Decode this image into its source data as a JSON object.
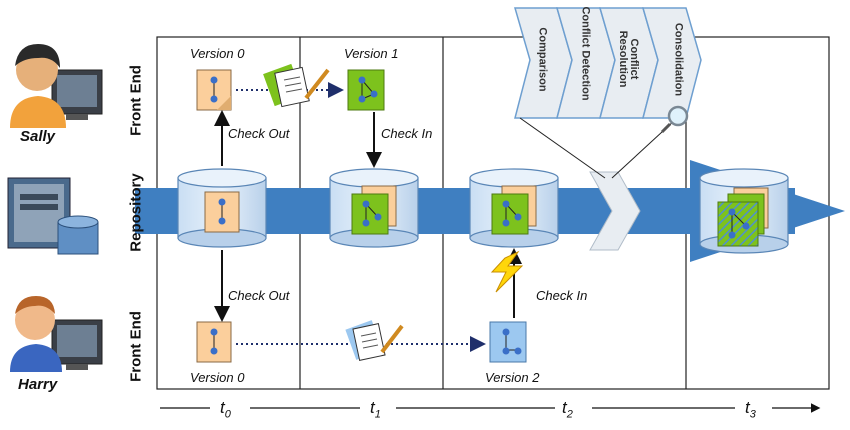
{
  "actors": {
    "sally": "Sally",
    "harry": "Harry"
  },
  "rows": {
    "front_end_top": "Front End",
    "repository": "Repository",
    "front_end_bottom": "Front End"
  },
  "versions": {
    "sally_v0": "Version 0",
    "sally_v1": "Version 1",
    "harry_v0": "Version 0",
    "harry_v2": "Version 2"
  },
  "actions": {
    "sally_checkout": "Check Out",
    "sally_checkin": "Check In",
    "harry_checkout": "Check Out",
    "harry_checkin": "Check In"
  },
  "merge_steps": [
    "Comparison",
    "Conflict Detection",
    "Conflict Resolution",
    "Consolidation"
  ],
  "timeline": {
    "t0": {
      "base": "t",
      "sub": "0"
    },
    "t1": {
      "base": "t",
      "sub": "1"
    },
    "t2": {
      "base": "t",
      "sub": "2"
    },
    "t3": {
      "base": "t",
      "sub": "3"
    }
  },
  "colors": {
    "repo_band": "#3f7fc1",
    "orange_doc": "#fbcf9c",
    "green_doc": "#7dc21d",
    "blue_doc": "#9cc8f0",
    "node": "#3a6fc8",
    "step_fill": "#e8edf2"
  }
}
